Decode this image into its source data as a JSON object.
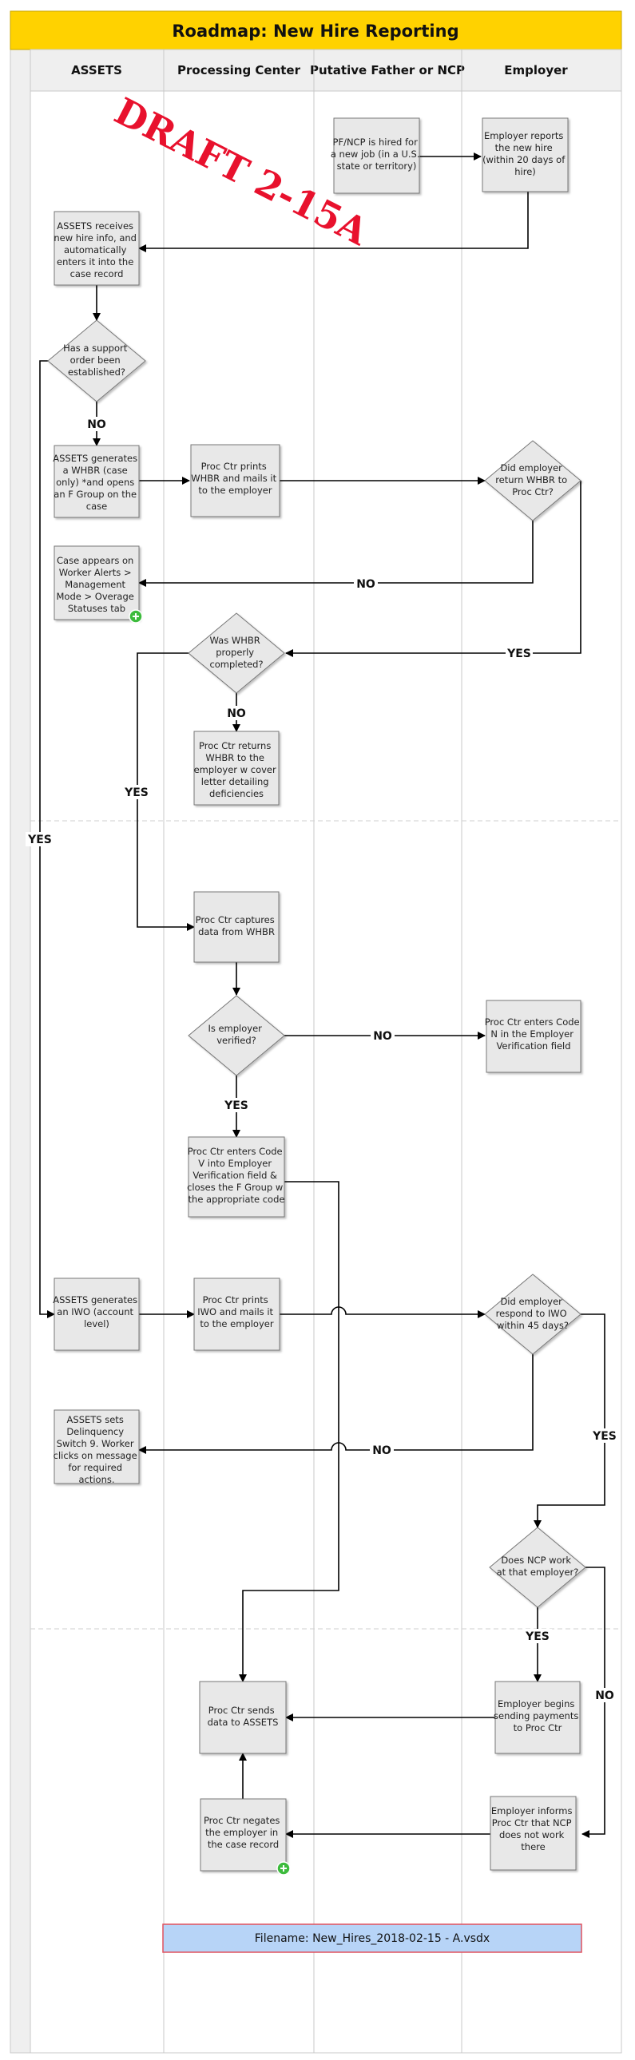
{
  "title": "Roadmap:  New Hire Reporting",
  "watermark": "DRAFT 2-15A",
  "lanes": [
    "ASSETS",
    "Processing Center",
    "Putative Father or NCP",
    "Employer"
  ],
  "nodes": {
    "hired": [
      "PF/NCP is hired for",
      "a new job (in a U.S.",
      "state or territory)"
    ],
    "employer_reports": [
      "Employer reports",
      "the new hire",
      "(within 20 days of",
      "hire)"
    ],
    "assets_receives": [
      "ASSETS receives",
      "new hire info, and",
      "automatically",
      "enters it into the",
      "case record"
    ],
    "support_order": [
      "Has a support",
      "order been",
      "established?"
    ],
    "generates_whbr": [
      "ASSETS generates",
      "a WHBR (case",
      "only) *and opens",
      "an F Group on the",
      "case"
    ],
    "prints_whbr": [
      "Proc Ctr prints",
      "WHBR and mails it",
      "to the employer"
    ],
    "return_whbr": [
      "Did employer",
      "return WHBR to",
      "Proc Ctr?"
    ],
    "case_appears": [
      "Case appears on",
      "Worker Alerts >",
      "Management",
      "Mode > Overage",
      "Statuses tab"
    ],
    "whbr_completed": [
      "Was WHBR",
      "properly",
      "completed?"
    ],
    "returns_whbr": [
      "Proc Ctr returns",
      "WHBR to the",
      "employer w cover",
      "letter detailing",
      "deficiencies"
    ],
    "captures_data": [
      "Proc Ctr captures",
      "data from WHBR"
    ],
    "employer_verified": [
      "Is employer",
      "verified?"
    ],
    "code_n": [
      "Proc Ctr enters Code",
      "N in the Employer",
      "Verification field"
    ],
    "code_v": [
      "Proc Ctr enters Code",
      "V into Employer",
      "Verification field &",
      "closes the F Group w",
      "the appropriate code"
    ],
    "generates_iwo": [
      "ASSETS generates",
      "an IWO (account",
      "level)"
    ],
    "prints_iwo": [
      "Proc Ctr prints",
      "IWO and mails it",
      "to the employer"
    ],
    "respond_iwo": [
      "Did employer",
      "respond to IWO",
      "within 45 days?"
    ],
    "delinquency": [
      "ASSETS sets",
      "Delinquency",
      "Switch 9. Worker",
      "clicks on message",
      "for required",
      "actions."
    ],
    "ncp_work": [
      "Does NCP work",
      "at that employer?"
    ],
    "sends_data": [
      "Proc Ctr sends",
      "data to ASSETS"
    ],
    "begins_payments": [
      "Employer begins",
      "sending payments",
      "to Proc Ctr"
    ],
    "negates_employer": [
      "Proc Ctr negates",
      "the employer in",
      "the case record"
    ],
    "informs_proc": [
      "Employer informs",
      "Proc Ctr that NCP",
      "does not work",
      "there"
    ]
  },
  "edge_labels": {
    "no": "NO",
    "yes": "YES"
  },
  "filename": "Filename:  New_Hires_2018-02-15 - A.vsdx",
  "colors": {
    "header_band": "#ffd200",
    "node_fill": "#e8e8e8",
    "node_stroke": "#777777",
    "draft": "#e8112d",
    "filename_fill": "#b7d4f7",
    "filename_stroke": "#e0525e",
    "plus_badge": "#3dbb3d"
  },
  "icons": [
    "plus-badge-icon"
  ]
}
